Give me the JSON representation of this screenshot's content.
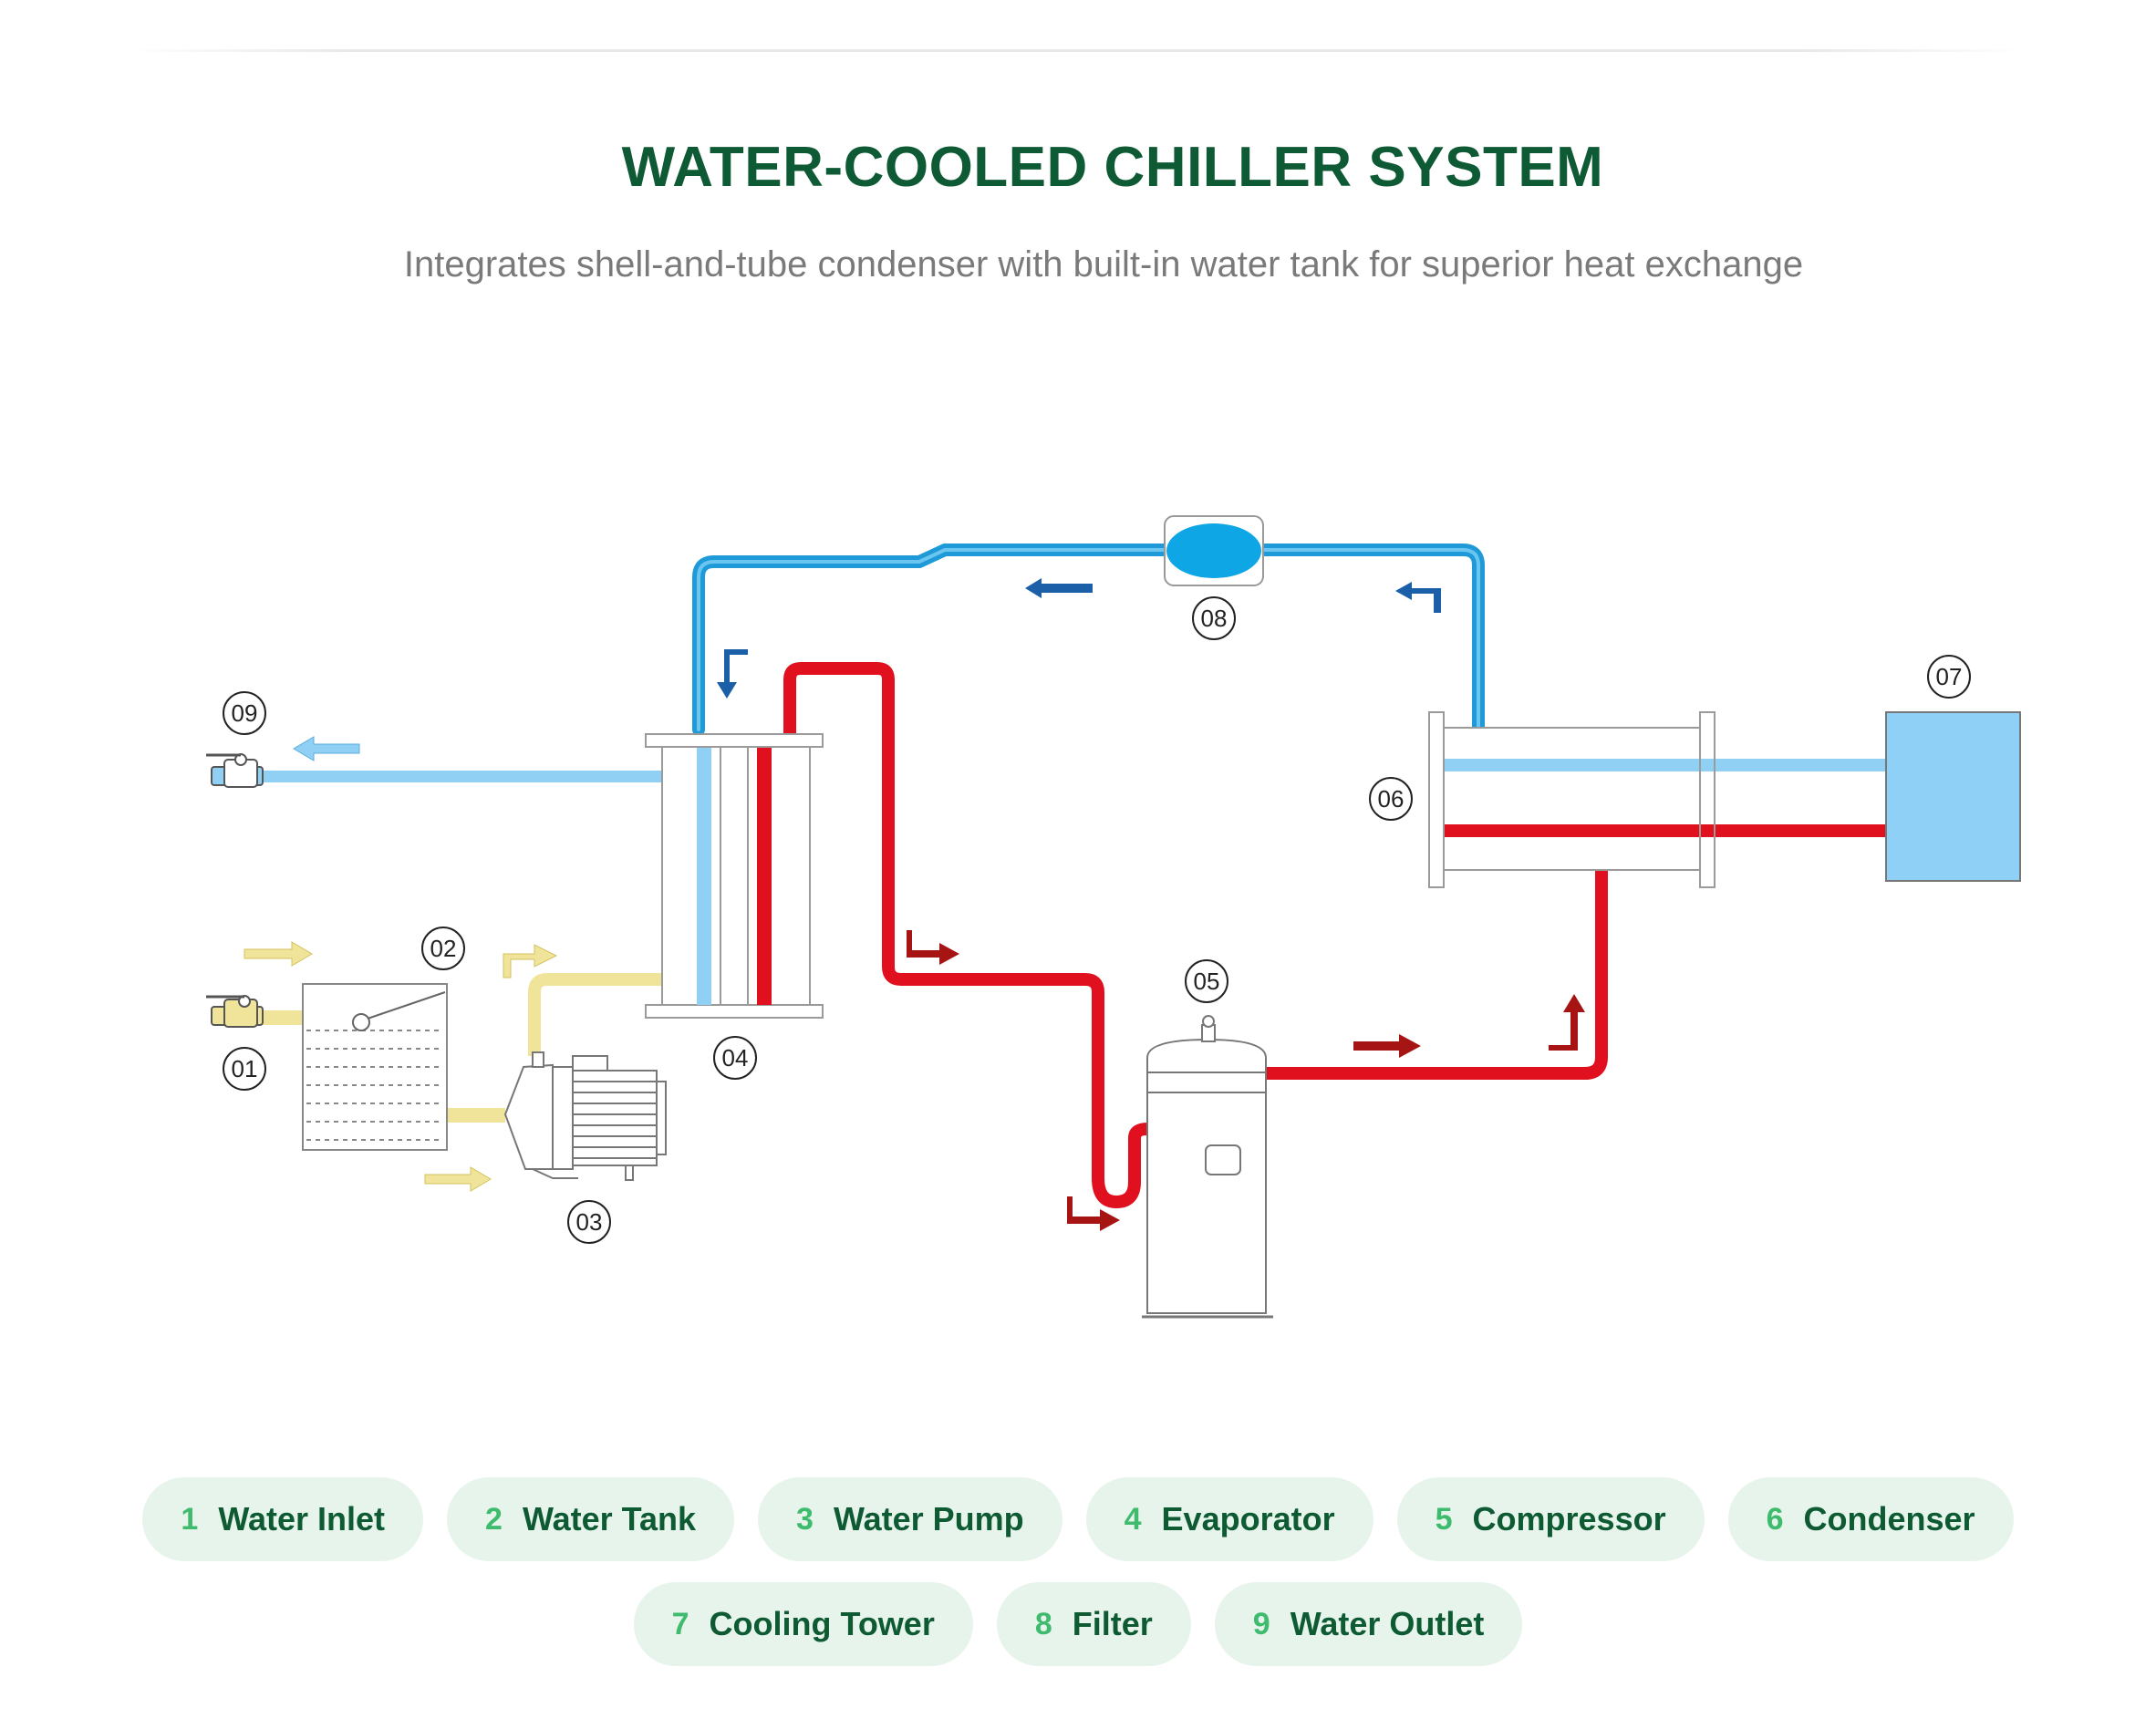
{
  "header": {
    "title": "WATER-COOLED CHILLER SYSTEM",
    "subtitle": "Integrates shell-and-tube condenser with built-in water tank for superior heat exchange"
  },
  "diagram": {
    "callouts": [
      "01",
      "02",
      "03",
      "04",
      "05",
      "06",
      "07",
      "08",
      "09"
    ],
    "colors": {
      "cold_line": "#1e9ad8",
      "cold_water": "#8fd0f4",
      "hot_line": "#e0101f",
      "water_feed": "#f0e39a",
      "arrow_dark_blue": "#1b5fa8",
      "arrow_dark_red": "#a61414",
      "cooling_tower": "#8fd0f6"
    }
  },
  "legend": {
    "row1": [
      {
        "num": "1",
        "name": "Water Inlet"
      },
      {
        "num": "2",
        "name": "Water Tank"
      },
      {
        "num": "3",
        "name": "Water Pump"
      },
      {
        "num": "4",
        "name": "Evaporator"
      },
      {
        "num": "5",
        "name": "Compressor"
      },
      {
        "num": "6",
        "name": "Condenser"
      }
    ],
    "row2": [
      {
        "num": "7",
        "name": "Cooling Tower"
      },
      {
        "num": "8",
        "name": "Filter"
      },
      {
        "num": "9",
        "name": "Water Outlet"
      }
    ]
  }
}
